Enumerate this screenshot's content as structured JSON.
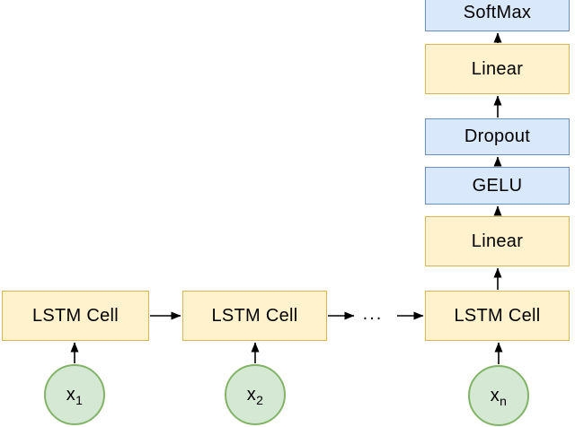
{
  "colors": {
    "background": "#FFFFFF",
    "yellow_fill": "#FFF2CC",
    "yellow_border": "#D6B656",
    "blue_fill": "#DAE8FC",
    "blue_border": "#6C8EBF",
    "green_fill": "#D5E8D4",
    "green_border": "#82B366",
    "arrow": "#000000",
    "text": "#000000"
  },
  "pipeline": {
    "softmax_label": "SoftMax",
    "linear_top_label": "Linear",
    "dropout_label": "Dropout",
    "gelu_label": "GELU",
    "linear_bottom_label": "Linear"
  },
  "lstm_row": {
    "cell1_label": "LSTM Cell",
    "cell2_label": "LSTM Cell",
    "cell3_label": "LSTM Cell",
    "ellipsis": "..."
  },
  "inputs": {
    "x1": {
      "base": "x",
      "sub": "1"
    },
    "x2": {
      "base": "x",
      "sub": "2"
    },
    "xn": {
      "base": "x",
      "sub": "n"
    }
  }
}
